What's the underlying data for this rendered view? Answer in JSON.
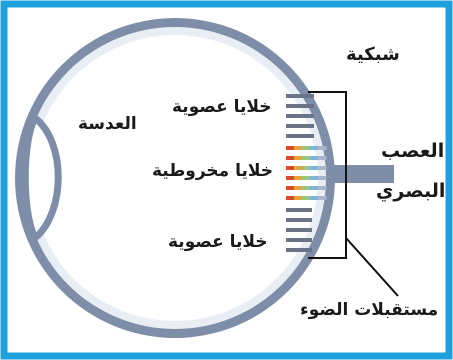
{
  "labels": {
    "lens": "العدسة",
    "rods_top": "خلايا عصوية",
    "cones": "خلايا مخروطية",
    "rods_bottom": "خلايا عصوية",
    "retina": "شبكية",
    "optic_nerve_line1": "العصب",
    "optic_nerve_line2": "البصري",
    "photoreceptors": "مستقبلات الضوء"
  },
  "colors": {
    "frame_border": "#1ea0dc",
    "eyeball_outline": "#7f8ea8",
    "eyeball_inner": "#e9eef5",
    "eyeball_fill": "#ffffff",
    "bracket": "#111111",
    "nerve": "#7f8ea8",
    "rod_stripe": "#6b7486",
    "cone_stripe_palette": [
      "#d84a2a",
      "#e9a23a",
      "#9cc77a",
      "#7bb6d9",
      "#a9b6c9"
    ]
  }
}
